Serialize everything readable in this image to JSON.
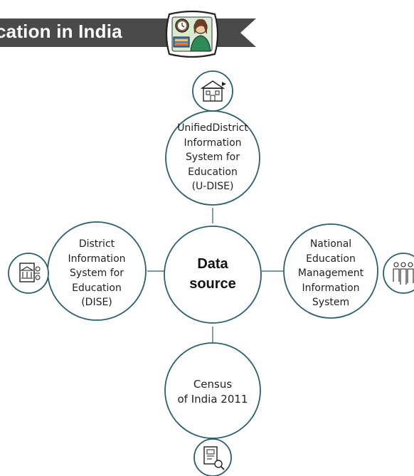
{
  "banner": {
    "title": "cation in India",
    "background_color": "#4a4a4a",
    "logo_icon": "teacher-classroom-icon"
  },
  "diagram": {
    "stroke_color": "#2a5f6e",
    "center": {
      "label_line1": "Data",
      "label_line2": "source"
    },
    "nodes": {
      "top": {
        "lines": [
          "UnifiedDistrict",
          "Information",
          "System for",
          "Education",
          "(U-DISE)"
        ],
        "icon": "school-building-icon"
      },
      "left": {
        "lines": [
          "District",
          "Information",
          "System for",
          "Education",
          "(DISE)"
        ],
        "icon": "government-document-icon"
      },
      "right": {
        "lines": [
          "National",
          "Education",
          "Management",
          "Information",
          "System"
        ],
        "icon": "students-teacher-icon"
      },
      "bottom": {
        "lines": [
          "Census",
          "of India 2011"
        ],
        "icon": "document-search-icon"
      }
    }
  }
}
